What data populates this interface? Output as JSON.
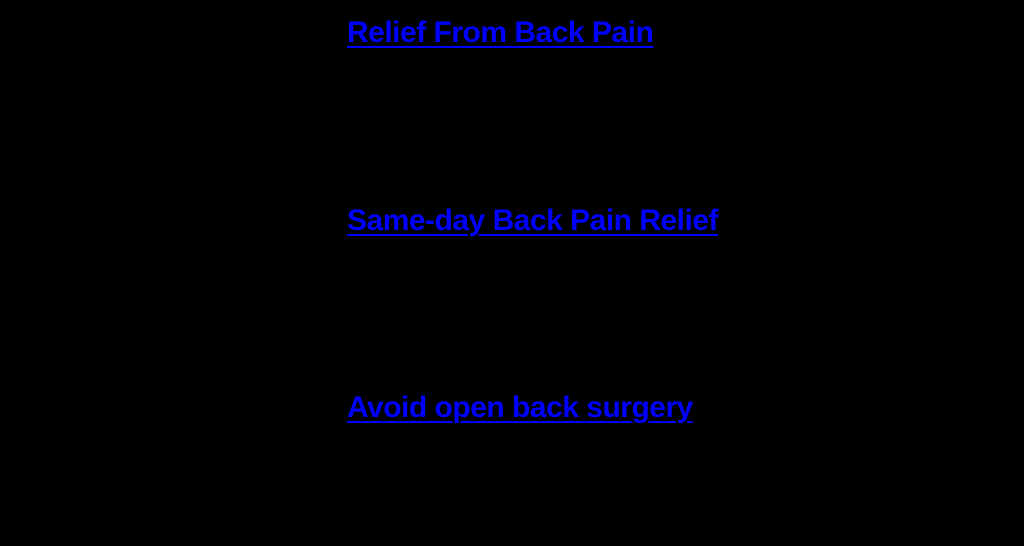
{
  "page": {
    "background_color": "#000000",
    "link_color": "#0000FF"
  },
  "links": [
    {
      "label": "Relief From Back Pain"
    },
    {
      "label": "Same-day Back Pain Relief"
    },
    {
      "label": "Avoid open back surgery"
    }
  ]
}
